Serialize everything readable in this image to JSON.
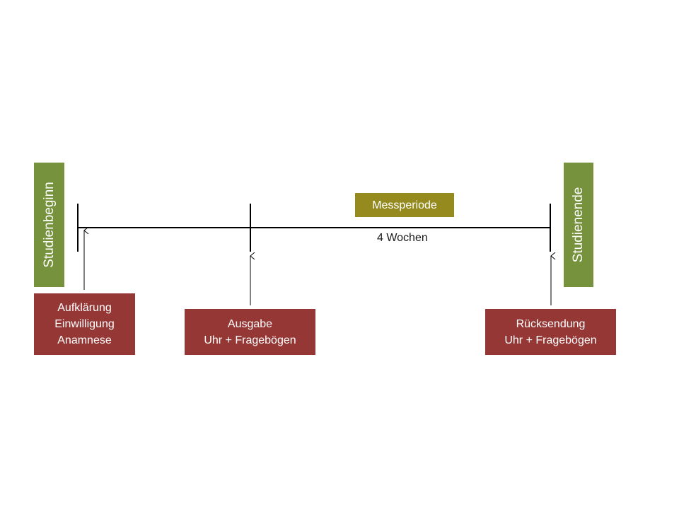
{
  "colors": {
    "milestone_green": "#76923C",
    "period_olive": "#948A1D",
    "step_red": "#953735",
    "line": "#000000"
  },
  "timeline": {
    "start_label": "Studienbeginn",
    "end_label": "Studienende",
    "period_label": "Messperiode",
    "duration_label": "4 Wochen"
  },
  "steps": [
    {
      "lines": [
        "Aufklärung",
        "Einwilligung",
        "Anamnese"
      ]
    },
    {
      "lines": [
        "Ausgabe",
        "Uhr + Fragebögen"
      ]
    },
    {
      "lines": [
        "Rücksendung",
        "Uhr + Fragebögen"
      ]
    }
  ]
}
